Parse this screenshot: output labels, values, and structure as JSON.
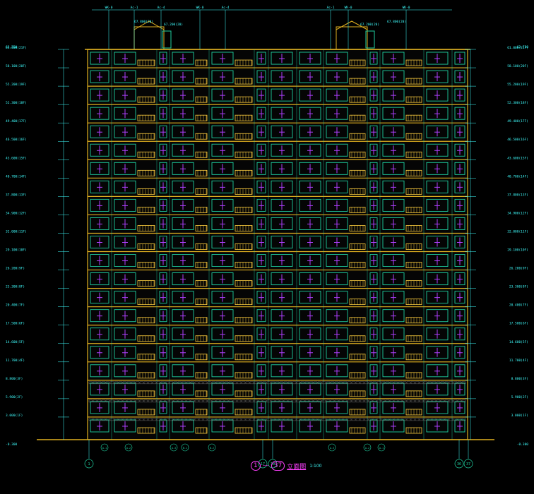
{
  "drawing": {
    "title": {
      "grid_start": "1",
      "separator": "—",
      "grid_end": "37",
      "name": "立面图",
      "scale": "1:100"
    },
    "grid_axes": [
      "1",
      "17",
      "18",
      "36",
      "37"
    ],
    "colors": {
      "background": "#000000",
      "wall": "#e0b020",
      "window_frame": "#20d0a0",
      "glazing_cross": "#b040ff",
      "balcony": "#ffd040",
      "dimension": "#40ffff",
      "pier_fill": "#a06a30",
      "title": "#ff40ff"
    },
    "floor_count": 21,
    "roof_level_label": "63.750",
    "ground_level_label": "-0.300",
    "level_labels": [
      "3.000(1F)",
      "5.900(2F)",
      "8.800(3F)",
      "11.700(4F)",
      "14.600(5F)",
      "17.500(6F)",
      "20.400(7F)",
      "23.300(8F)",
      "26.200(9F)",
      "29.100(10F)",
      "32.000(11F)",
      "34.900(12F)",
      "37.800(13F)",
      "40.700(14F)",
      "43.600(15F)",
      "46.500(16F)",
      "49.400(17F)",
      "52.300(18F)",
      "55.200(19F)",
      "58.100(20F)",
      "61.000(21F)"
    ],
    "top_tags": [
      "WK-0",
      "Ac-1",
      "Ac-4",
      "WK-0",
      "Ac-4",
      "Ac-1",
      "WK-0",
      "WK-0"
    ],
    "roof_notes": [
      "67.800(20)",
      "67.200(20)",
      "67.200(20)",
      "67.800(20)"
    ],
    "bottom_tags": [
      "A-1",
      "A-2",
      "A-3",
      "B-1",
      "B-2",
      "A-3",
      "A-2",
      "A-1"
    ]
  }
}
